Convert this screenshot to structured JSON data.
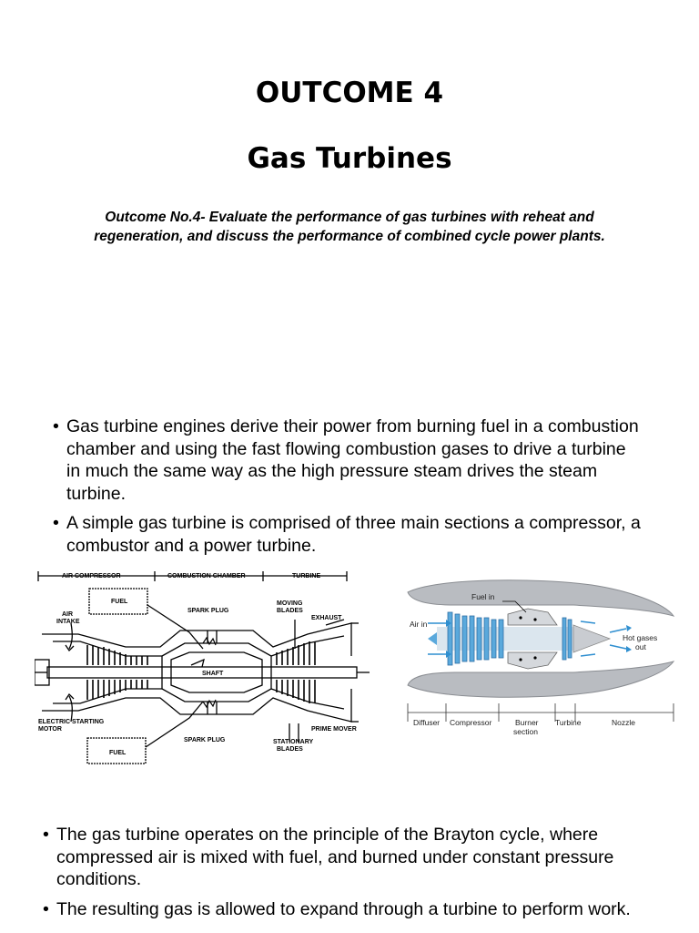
{
  "title": "OUTCOME 4",
  "subtitle": "Gas Turbines",
  "outcome_description": "Outcome No.4- Evaluate the performance of gas turbines with reheat and regeneration, and discuss the performance of combined cycle power plants.",
  "bullets_top": [
    "Gas turbine engines derive their power from burning fuel in a combustion chamber and using the fast flowing combustion gases to drive a turbine in much the same way as the high pressure steam drives the steam turbine.",
    "A simple gas turbine is comprised of three main sections a compressor, a combustor and a power turbine."
  ],
  "diagram_left": {
    "section_labels": [
      "AIR COMPRESSOR",
      "COMBUSTION CHAMBER",
      "TURBINE"
    ],
    "labels": {
      "fuel_top": "FUEL",
      "air_intake_1": "AIR",
      "air_intake_2": "INTAKE",
      "spark_plug_top": "SPARK PLUG",
      "moving_blades_1": "MOVING",
      "moving_blades_2": "BLADES",
      "exhaust": "EXHAUST",
      "shaft": "SHAFT",
      "electric_motor_1": "ELECTRIC STARTING",
      "electric_motor_2": "MOTOR",
      "spark_plug_bottom": "SPARK PLUG",
      "prime_mover": "PRIME MOVER",
      "stationary_blades_1": "STATIONARY",
      "stationary_blades_2": "BLADES",
      "fuel_bottom": "FUEL"
    }
  },
  "diagram_right": {
    "labels": {
      "fuel_in": "Fuel in",
      "air_in": "Air in",
      "hot_gases_1": "Hot gases",
      "hot_gases_2": "out",
      "diffuser": "Diffuser",
      "compressor": "Compressor",
      "burner_1": "Burner",
      "burner_2": "section",
      "turbine": "Turbine",
      "nozzle": "Nozzle"
    }
  },
  "bullets_bottom": [
    "The gas turbine operates on the principle of the Brayton cycle, where compressed air is mixed with fuel, and burned under constant pressure conditions.",
    "The resulting gas is allowed to expand through a turbine to perform work."
  ],
  "colors": {
    "text": "#000000",
    "jet_body": "#b9bcc1",
    "jet_blue": "#5aa9dc",
    "jet_dark": "#2f6fa6"
  }
}
